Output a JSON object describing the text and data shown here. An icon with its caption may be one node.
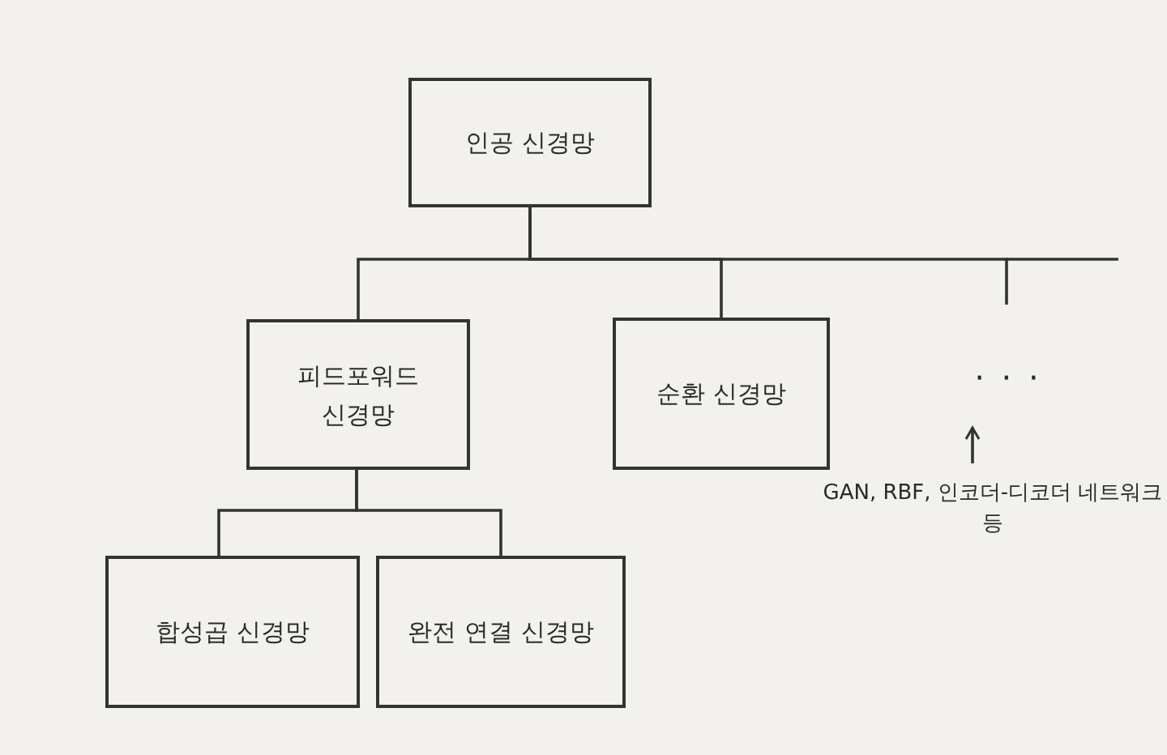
{
  "diagram": {
    "nodes": [
      {
        "text": [
          "인공 신경망"
        ]
      },
      {
        "text": [
          "피드포워드 신경망"
        ]
      },
      {
        "text": [
          "순환 신경망"
        ]
      },
      {
        "text": [
          "· · ·"
        ]
      },
      {
        "text": [
          "GAN, RBF, 인코더-디코더 네트워크 등"
        ]
      },
      {
        "text": [
          "합성곱 신경망"
        ]
      },
      {
        "text": [
          "완전 연결 신경망"
        ]
      }
    ],
    "edges": [
      {
        "from": 0,
        "to": 1,
        "arrow": "none"
      },
      {
        "from": 0,
        "to": 2,
        "arrow": "none"
      },
      {
        "from": 0,
        "to": 3,
        "arrow": "none"
      },
      {
        "from": 4,
        "to": 3,
        "arrow": "to"
      },
      {
        "from": 1,
        "to": 5,
        "arrow": "none"
      },
      {
        "from": 1,
        "to": 6,
        "arrow": "none"
      }
    ]
  }
}
